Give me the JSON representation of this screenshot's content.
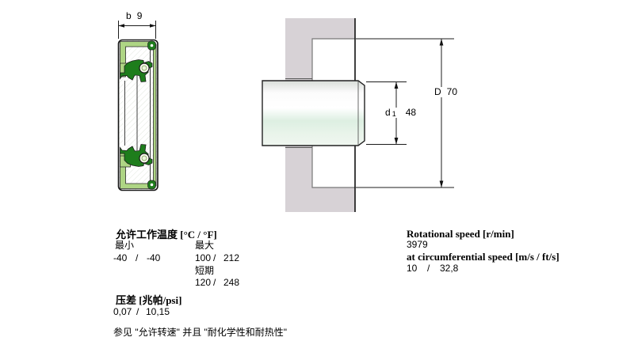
{
  "seal_view": {
    "dim_b": {
      "label": "b",
      "value": "9"
    },
    "colors": {
      "light_green": "#aed584",
      "dark_green": "#1e7d1c",
      "hatch": "#dfe5dc"
    }
  },
  "section_view": {
    "dim_D": {
      "label": "D",
      "value": "70"
    },
    "dim_d1": {
      "symbol": "d",
      "sub": "1",
      "value": "48"
    },
    "colors": {
      "housing": "#d7d2d6",
      "edge": "#6f6f6f"
    }
  },
  "specs": {
    "temperature": {
      "title": "允许工作温度 [°C / °F]",
      "min_label": "最小",
      "max_label": "最大",
      "min": {
        "c": "-40",
        "f": "-40"
      },
      "max": {
        "c": "100",
        "f": "212"
      },
      "short_term_label": "短期",
      "short_term": {
        "c": "120",
        "f": "248"
      },
      "sep": "/"
    },
    "pressure": {
      "title": "压差 [兆帕/psi]",
      "value": {
        "mpa": "0,07",
        "psi": "10,15"
      },
      "sep": "/"
    },
    "note": "参见 \"允许转速\" 并且 \"耐化学性和耐热性\"",
    "speed": {
      "title": "Rotational speed [r/min]",
      "value": "3979",
      "subtitle": "at circumferential speed [m/s / ft/s]",
      "pair": {
        "ms": "10",
        "fts": "32,8"
      },
      "sep": "/"
    }
  }
}
